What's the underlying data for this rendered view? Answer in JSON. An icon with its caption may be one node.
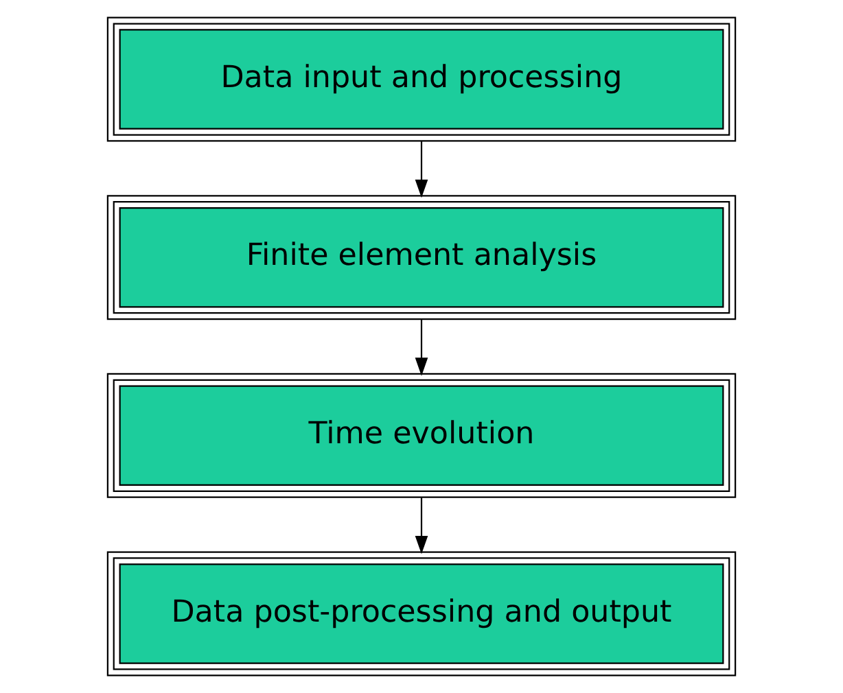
{
  "diagram": {
    "nodes": [
      {
        "text": [
          "Data input and processing"
        ]
      },
      {
        "text": [
          "Finite element analysis"
        ]
      },
      {
        "text": [
          "Time evolution"
        ]
      },
      {
        "text": [
          "Data post-processing and output"
        ]
      }
    ],
    "edges": [
      {
        "from": 0,
        "to": 1,
        "arrow": "to"
      },
      {
        "from": 1,
        "to": 2,
        "arrow": "to"
      },
      {
        "from": 2,
        "to": 3,
        "arrow": "to"
      }
    ]
  }
}
